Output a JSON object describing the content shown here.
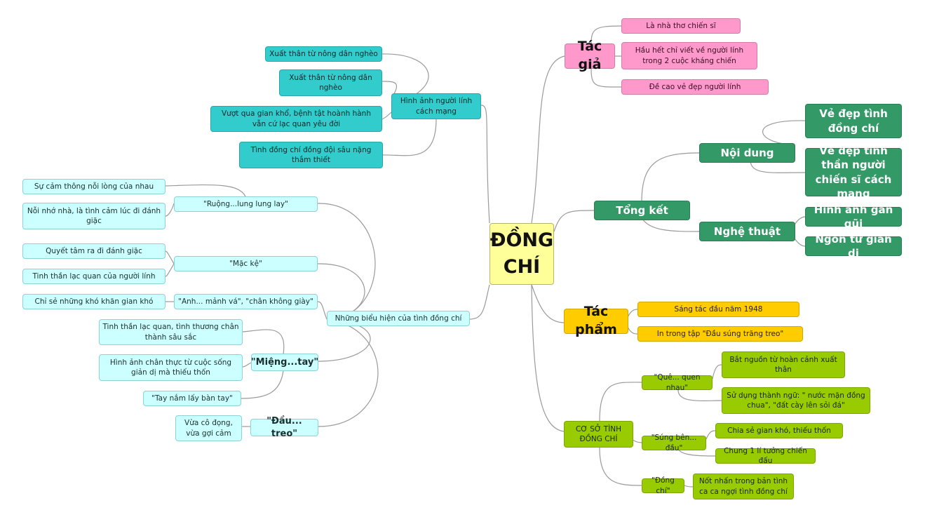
{
  "center": "ĐỒNG CHÍ",
  "colors": {
    "teal": "#33cccc",
    "cyan": "#ccffff",
    "pink": "#ff99cc",
    "green": "#339966",
    "gold": "#ffcc00",
    "lime": "#99cc00",
    "center": "#ffff99",
    "link": "#9a9a9a"
  },
  "tac_gia": {
    "label": "Tác giả",
    "items": [
      "Là nhà thơ chiến sĩ",
      "Hầu hết chỉ viết về người lính trong 2 cuộc kháng chiến",
      "Đề cao vẻ đẹp người lính"
    ]
  },
  "tong_ket": {
    "label": "Tổng kết",
    "noi_dung": {
      "label": "Nội dung",
      "items": [
        "Vẻ đẹp tình đồng chí",
        "Vẻ đẹp tinh thần người chiến sĩ cách mạng"
      ]
    },
    "nghe_thuat": {
      "label": "Nghệ thuật",
      "items": [
        "Hình ảnh gần gũi",
        "Ngôn từ giản dị"
      ]
    }
  },
  "tac_pham": {
    "label": "Tác phẩm",
    "items": [
      "Sáng tác đầu năm 1948",
      "In trong tập \"Đầu súng trăng treo\""
    ]
  },
  "co_so": {
    "label": "CƠ SỞ TÌNH ĐỒNG CHÍ",
    "que": {
      "label": "\"Quê... quen nhau\"",
      "items": [
        "Bắt nguồn từ hoàn cảnh xuất thân",
        "Sử dụng thành ngữ: \" nước mặn đồng chua\", \"đất cày lên sỏi đá\""
      ]
    },
    "sung": {
      "label": "\"Súng bên... đầu\"",
      "items": [
        "Chia sẻ gian khó, thiếu thốn",
        "Chung 1 lí tưởng chiến đấu"
      ]
    },
    "dong_chi": {
      "label": "\"Đồng chí\"",
      "items": [
        "Nốt nhấn trong bản tình ca ca ngợi tình đồng chí"
      ]
    }
  },
  "hinh_anh": {
    "label": "Hình ảnh người lính cách mạng",
    "items": [
      "Xuất thân từ nông dân nghèo",
      "Xuất thân từ nông dân nghèo",
      "Vượt qua gian khổ, bệnh tật hoành hành vẫn cứ lạc quan yêu đời",
      "Tình đồng chí đồng đội sâu nặng thắm thiết"
    ]
  },
  "bieu_hien": {
    "label": "Những biểu hiện của tình đồng chí",
    "ruong": {
      "label": "\"Ruộng...lung lung lay\"",
      "items": [
        "Sự cảm thông nỗi lòng của nhau",
        "Nỗi nhớ nhà, là tình cảm lúc đi đánh giặc"
      ]
    },
    "mac_ke": {
      "label": "\"Mặc kệ\"",
      "items": [
        "Quyết tâm ra đi đánh giặc",
        "Tinh thần lạc quan của người lính"
      ]
    },
    "anh": {
      "label": "\"Anh... mảnh vá\", \"chân không giày\"",
      "items": [
        "Chỉ sẻ những khó khăn gian khó"
      ]
    },
    "mieng": {
      "label": "\"Miệng...tay\"",
      "items": [
        "Tinh thần lạc quan, tình thương chân thành sâu sắc",
        "Hình ảnh chân thực từ cuộc sống giản dị mà thiếu thốn",
        "\"Tay nắm lấy bàn tay\""
      ]
    },
    "dau": {
      "label": "\"Đầu... treo\"",
      "items": [
        "Vừa cô đọng, vừa gợi cảm"
      ]
    }
  }
}
